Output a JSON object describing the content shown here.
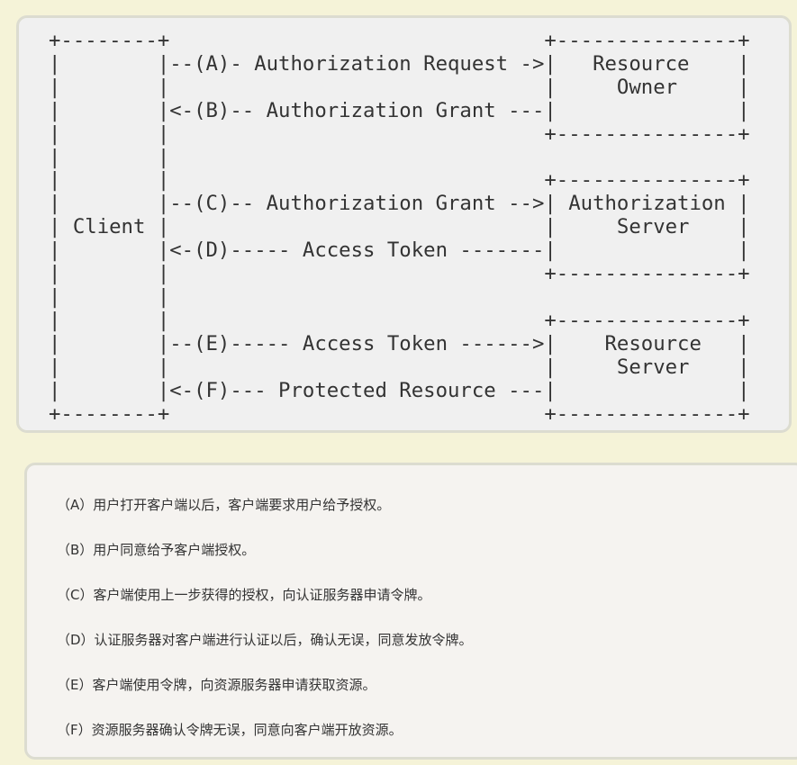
{
  "diagram": {
    "lines": [
      "+--------+                               +---------------+",
      "|        |--(A)- Authorization Request ->|   Resource    |",
      "|        |                               |     Owner     |",
      "|        |<-(B)-- Authorization Grant ---|               |",
      "|        |                               +---------------+",
      "|        |",
      "|        |                               +---------------+",
      "|        |--(C)-- Authorization Grant -->| Authorization |",
      "| Client |                               |     Server    |",
      "|        |<-(D)----- Access Token -------|               |",
      "|        |                               +---------------+",
      "|        |",
      "|        |                               +---------------+",
      "|        |--(E)----- Access Token ------>|    Resource   |",
      "|        |                               |     Server    |",
      "|        |<-(F)--- Protected Resource ---|               |",
      "+--------+                               +---------------+"
    ]
  },
  "steps": [
    "（A）用户打开客户端以后，客户端要求用户给予授权。",
    "（B）用户同意给予客户端授权。",
    "（C）客户端使用上一步获得的授权，向认证服务器申请令牌。",
    "（D）认证服务器对客户端进行认证以后，确认无误，同意发放令牌。",
    "（E）客户端使用令牌，向资源服务器申请获取资源。",
    "（F）资源服务器确认令牌无误，同意向客户端开放资源。"
  ]
}
